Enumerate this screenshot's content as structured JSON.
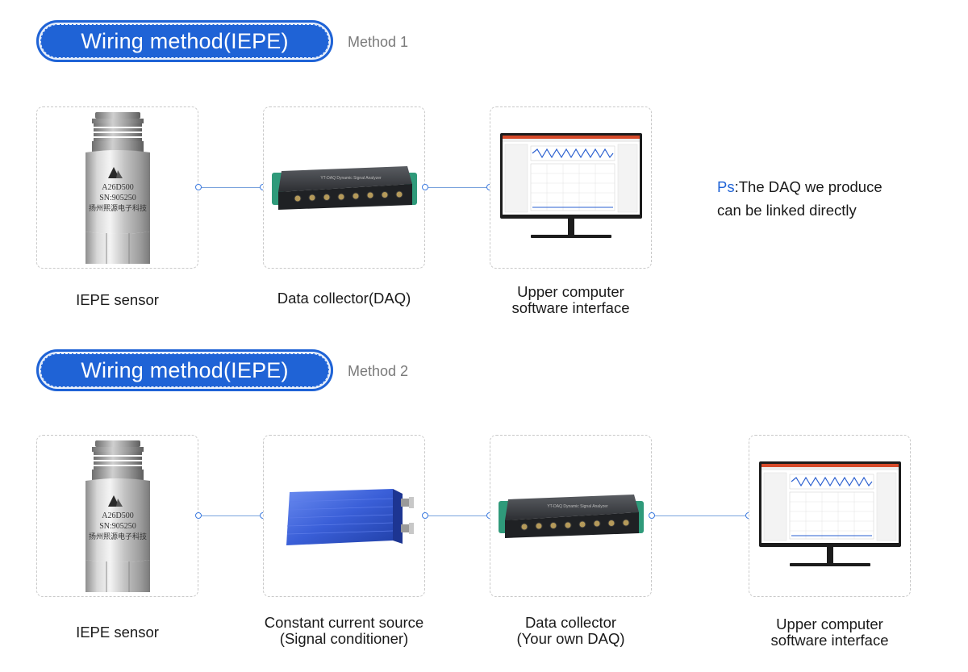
{
  "colors": {
    "accent": "#1f63d6",
    "connector": "#7aa3dd",
    "box_border": "#c9c9c9"
  },
  "method1": {
    "title": "Wiring method(IEPE)",
    "label": "Method 1",
    "sensor_caption": "IEPE sensor",
    "daq_caption": "Data collector(DAQ)",
    "software_caption_line1": "Upper computer",
    "software_caption_line2": "software interface",
    "ps_prefix": "Ps",
    "ps_line1": ":The DAQ we produce",
    "ps_line2": "can be linked directly"
  },
  "method2": {
    "title": "Wiring method(IEPE)",
    "label": "Method 2",
    "sensor_caption": "IEPE sensor",
    "conditioner_caption_line1": "Constant current source",
    "conditioner_caption_line2": "(Signal conditioner)",
    "daq_caption_line1": "Data collector",
    "daq_caption_line2": "(Your own DAQ)",
    "software_caption_line1": "Upper computer",
    "software_caption_line2": "software interface"
  },
  "sensor": {
    "model": "A26D500",
    "serial": "SN:905250",
    "maker": "扬州熙源电子科技"
  },
  "daq_device_text": "YT-DAQ Dynamic Signal Analyzer"
}
